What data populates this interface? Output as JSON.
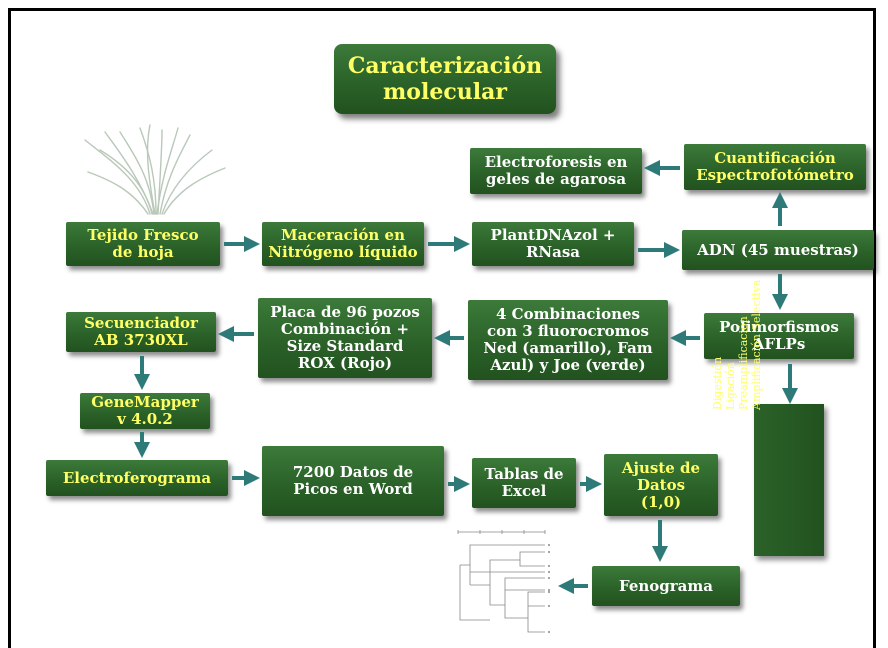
{
  "title": "Caracterización\nmolecular",
  "steps": {
    "tejido": "Tejido  Fresco\nde hoja",
    "maceracion": "Maceración en\nNitrógeno líquido",
    "plantdnazol": "PlantDNAzol +\nRNasa",
    "adn": "ADN (45 muestras)",
    "cuantificacion": "Cuantificación\nEspectrofotómetro",
    "electroforesis": "Electroforesis  en\ngeles de agarosa",
    "polimorfismos": "Polimorfismos\nAFLPs",
    "combinaciones": "4 Combinaciones\ncon 3 fluorocromos\nNed (amarillo),  Fam\nAzul) y Joe  (verde)",
    "placa": "Placa de 96 pozos\nCombinación  +\nSize Standard\nROX (Rojo)",
    "secuenciador": "Secuenciador\nAB 3730XL",
    "genemapper": "GeneMapper\nv 4.0.2",
    "electroferograma": "Electroferograma",
    "datos": "7200 Datos de\nPicos en Word",
    "tablas": "Tablas de\nExcel",
    "ajuste": "Ajuste  de\nDatos\n(1,0)",
    "fenograma": "Fenograma"
  },
  "aflp_steps": "Digestión\nLigación\nPreamplificación\nAmplificación Selectiva",
  "colors": {
    "box_fill": "#2b6229",
    "box_text": "#ffff66",
    "box_text_white": "#ffffff",
    "arrow": "#2d7a78"
  },
  "icons": {
    "plant": "grass-leaves-icon",
    "dendrogram": "dendrogram-tree-icon"
  }
}
